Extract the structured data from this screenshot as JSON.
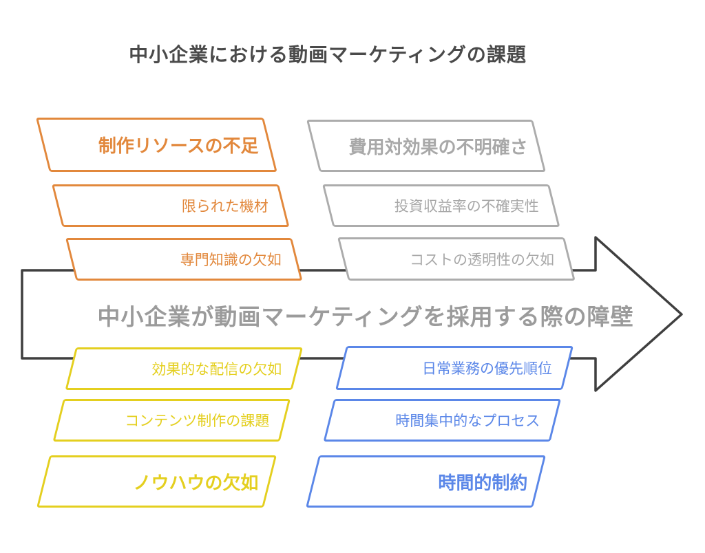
{
  "title": "中小企業における動画マーケティングの課題",
  "arrow": {
    "label": "中小企業が動画マーケティングを採用する際の障壁",
    "color": "#3f3f3f",
    "label_color": "#9b9b9b"
  },
  "groups": [
    {
      "id": "production-resources",
      "position": "top-left",
      "color": "#e2883c",
      "header": "制作リソースの不足",
      "items": [
        "限られた機材",
        "専門知識の欠如"
      ]
    },
    {
      "id": "cost-effectiveness",
      "position": "top-right",
      "color": "#acacac",
      "header": "費用対効果の不明確さ",
      "items": [
        "投資収益率の不確実性",
        "コストの透明性の欠如"
      ]
    },
    {
      "id": "know-how",
      "position": "bottom-left",
      "color": "#e4cf1f",
      "header": "ノウハウの欠如",
      "items": [
        "効果的な配信の欠如",
        "コンテンツ制作の課題"
      ]
    },
    {
      "id": "time-constraints",
      "position": "bottom-right",
      "color": "#5b87e8",
      "header": "時間的制約",
      "items": [
        "日常業務の優先順位",
        "時間集中的なプロセス"
      ]
    }
  ],
  "colors": {
    "title": "#4a4a4a",
    "background": "#ffffff",
    "orange": "#e2883c",
    "gray": "#acacac",
    "yellow": "#e4cf1f",
    "blue": "#5b87e8",
    "arrow_outline": "#3f3f3f"
  }
}
